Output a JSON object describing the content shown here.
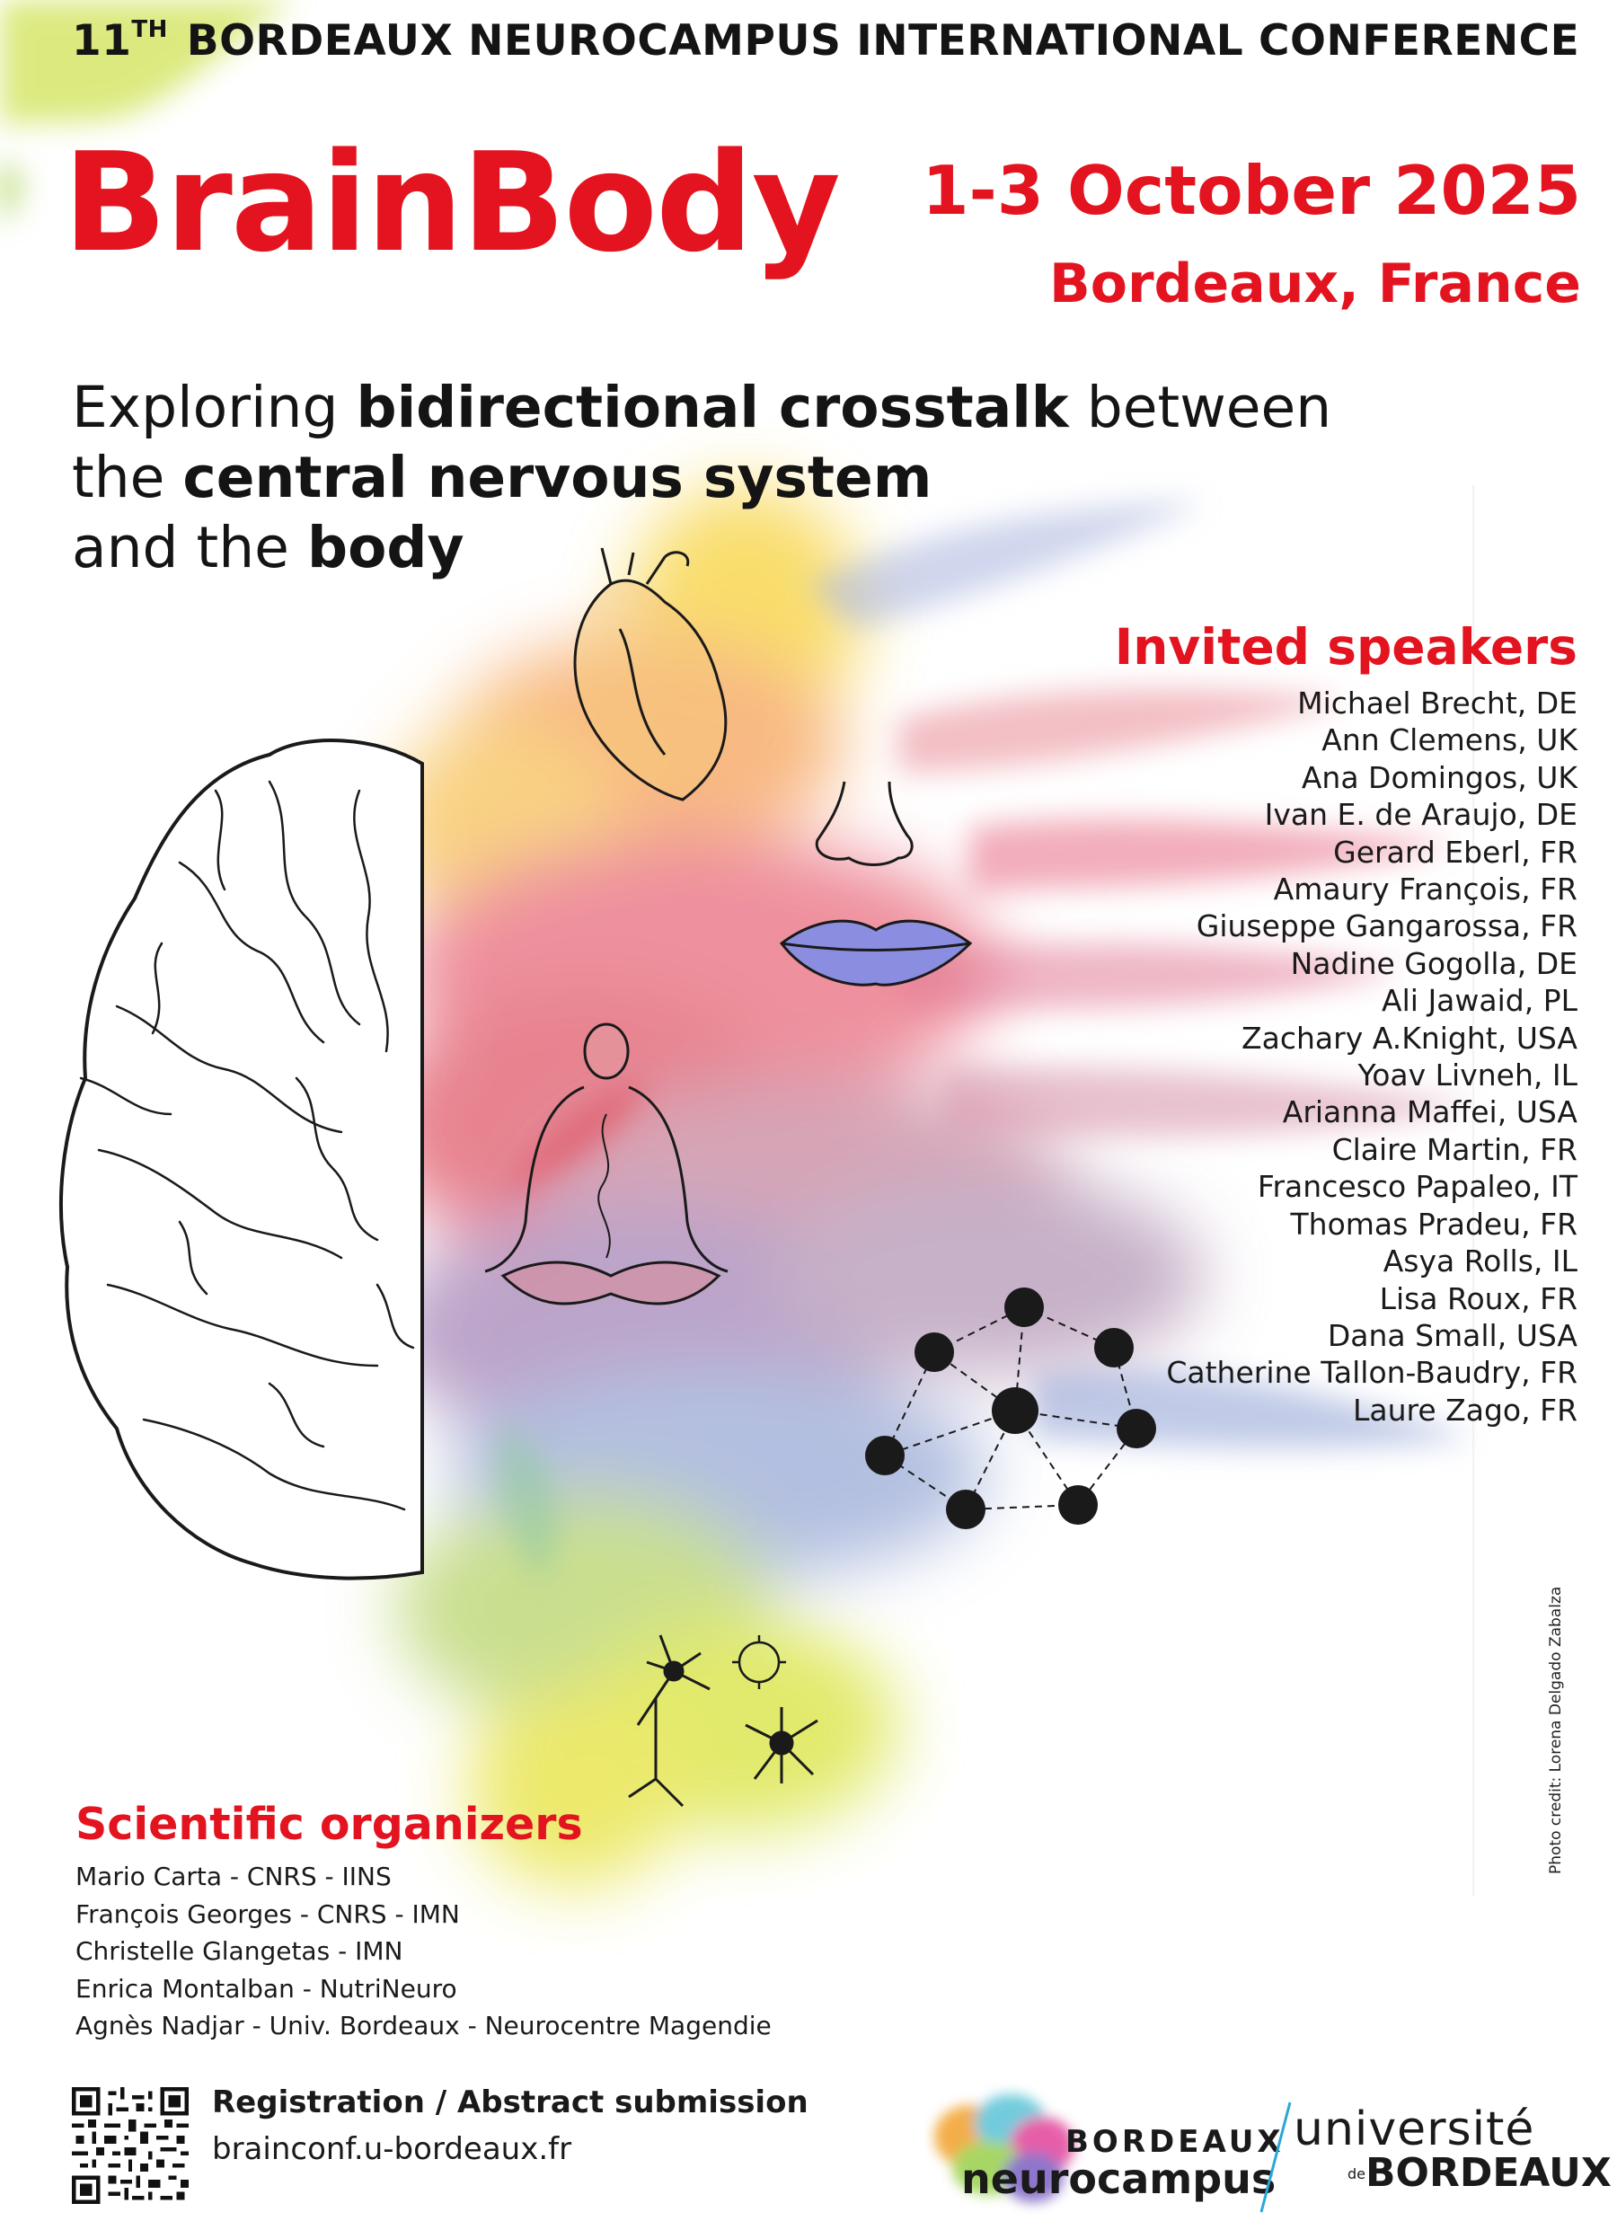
{
  "header": {
    "ordinal": "11",
    "ordinal_suffix": "TH",
    "conference": "BORDEAUX NEUROCAMPUS INTERNATIONAL CONFERENCE"
  },
  "title": "BrainBody",
  "date": "1-3 October 2025",
  "location": "Bordeaux, France",
  "tagline": {
    "part1": "Exploring ",
    "bold1": "bidirectional crosstalk",
    "part2": " between",
    "part3": "the ",
    "bold2": "central nervous system",
    "part4": "and the ",
    "bold3": "body"
  },
  "invited_speakers": {
    "title": "Invited speakers",
    "names": [
      "Michael Brecht, DE",
      "Ann Clemens, UK",
      "Ana Domingos, UK",
      "Ivan E. de Araujo, DE",
      "Gerard Eberl, FR",
      "Amaury François, FR",
      "Giuseppe Gangarossa, FR",
      "Nadine Gogolla, DE",
      "Ali Jawaid, PL",
      "Zachary A.Knight, USA",
      "Yoav Livneh, IL",
      "Arianna Maffei, USA",
      "Claire Martin, FR",
      "Francesco Papaleo, IT",
      "Thomas Pradeu, FR",
      "Asya Rolls, IL",
      "Lisa Roux, FR",
      "Dana Small, USA",
      "Catherine Tallon-Baudry, FR",
      "Laure Zago, FR"
    ]
  },
  "organizers": {
    "title": "Scientific organizers",
    "names": [
      "Mario Carta - CNRS - IINS",
      "François Georges - CNRS - IMN",
      "Christelle Glangetas - IMN",
      "Enrica Montalban - NutriNeuro",
      "Agnès Nadjar - Univ. Bordeaux - Neurocentre Magendie"
    ]
  },
  "registration": {
    "label": "Registration / Abstract submission",
    "url": "brainconf.u-bordeaux.fr"
  },
  "photo_credit": "Photo credit: Lorena Delgado Zabalza",
  "logos": {
    "neurocampus_top": "BORDEAUX",
    "neurocampus_bottom": "neurocampus",
    "univ_top": "université",
    "univ_de": "de",
    "univ_bottom": "BORDEAUX"
  },
  "colors": {
    "accent_red": "#e3141f",
    "text_dark": "#141414"
  },
  "icons": [
    "brain-illustration",
    "heart-icon",
    "nose-icon",
    "lips-icon",
    "meditation-figure-icon",
    "network-icon",
    "neuron-icon",
    "qr-code-icon"
  ]
}
